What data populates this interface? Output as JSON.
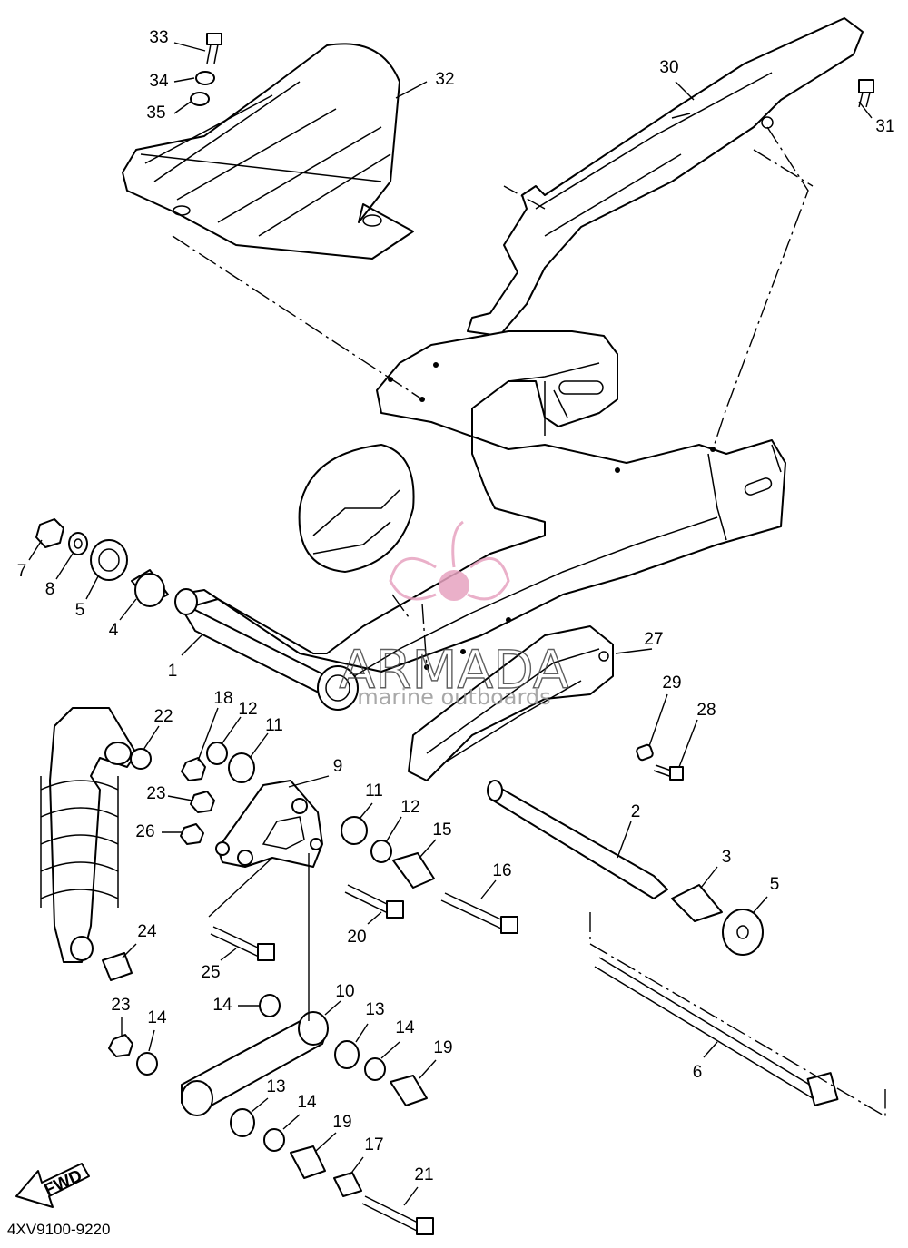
{
  "diagram": {
    "document_code": "4XV9100-9220",
    "fwd_label": "FWD",
    "watermark": {
      "brand": "ARMADA",
      "tagline": "marine outboards",
      "color": "#e7a3c0"
    },
    "callouts": [
      {
        "id": "33",
        "text": "33"
      },
      {
        "id": "34",
        "text": "34"
      },
      {
        "id": "35",
        "text": "35"
      },
      {
        "id": "32",
        "text": "32"
      },
      {
        "id": "30",
        "text": "30"
      },
      {
        "id": "31",
        "text": "31"
      },
      {
        "id": "7",
        "text": "7"
      },
      {
        "id": "8",
        "text": "8"
      },
      {
        "id": "5a",
        "text": "5"
      },
      {
        "id": "4",
        "text": "4"
      },
      {
        "id": "1",
        "text": "1"
      },
      {
        "id": "27",
        "text": "27"
      },
      {
        "id": "29",
        "text": "29"
      },
      {
        "id": "28",
        "text": "28"
      },
      {
        "id": "18",
        "text": "18"
      },
      {
        "id": "12a",
        "text": "12"
      },
      {
        "id": "11a",
        "text": "11"
      },
      {
        "id": "22",
        "text": "22"
      },
      {
        "id": "9",
        "text": "9"
      },
      {
        "id": "23a",
        "text": "23"
      },
      {
        "id": "26",
        "text": "26"
      },
      {
        "id": "11b",
        "text": "11"
      },
      {
        "id": "12b",
        "text": "12"
      },
      {
        "id": "15",
        "text": "15"
      },
      {
        "id": "16",
        "text": "16"
      },
      {
        "id": "2",
        "text": "2"
      },
      {
        "id": "3",
        "text": "3"
      },
      {
        "id": "5b",
        "text": "5"
      },
      {
        "id": "20",
        "text": "20"
      },
      {
        "id": "24",
        "text": "24"
      },
      {
        "id": "25",
        "text": "25"
      },
      {
        "id": "10",
        "text": "10"
      },
      {
        "id": "14a",
        "text": "14"
      },
      {
        "id": "23b",
        "text": "23"
      },
      {
        "id": "14b",
        "text": "14"
      },
      {
        "id": "13a",
        "text": "13"
      },
      {
        "id": "14c",
        "text": "14"
      },
      {
        "id": "19a",
        "text": "19"
      },
      {
        "id": "6",
        "text": "6"
      },
      {
        "id": "13b",
        "text": "13"
      },
      {
        "id": "14d",
        "text": "14"
      },
      {
        "id": "19b",
        "text": "19"
      },
      {
        "id": "17",
        "text": "17"
      },
      {
        "id": "21",
        "text": "21"
      }
    ]
  }
}
